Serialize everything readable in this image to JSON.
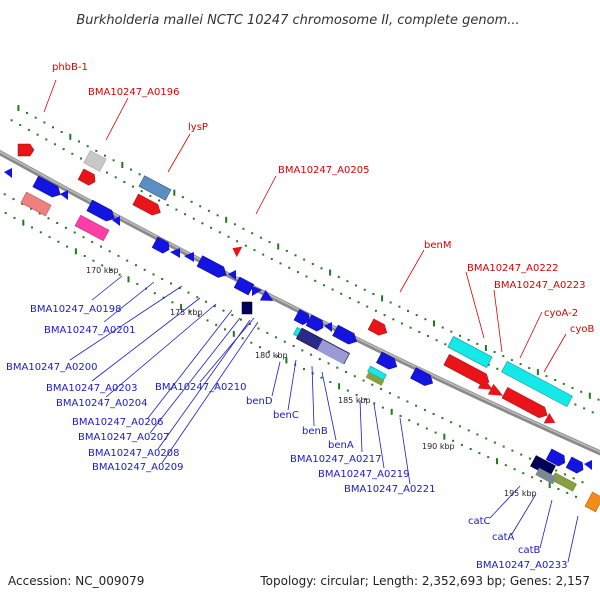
{
  "title": "Burkholderia mallei NCTC 10247 chromosome II, complete genom...",
  "footer": {
    "accession": "Accession: NC_009079",
    "summary": "Topology: circular; Length: 2,352,693 bp; Genes: 2,157"
  },
  "ticks": [
    "170 kbp",
    "175 kbp",
    "180 kbp",
    "185 kbp",
    "190 kbp",
    "195 kbp"
  ],
  "top_labels": [
    "phbB-1",
    "BMA10247_A0196",
    "lysP",
    "BMA10247_A0205",
    "benM",
    "BMA10247_A0222",
    "BMA10247_A0223",
    "cyoA-2",
    "cyoB"
  ],
  "bottom_labels": [
    "BMA10247_A0198",
    "BMA10247_A0201",
    "BMA10247_A0200",
    "BMA10247_A0203",
    "BMA10247_A0204",
    "BMA10247_A0210",
    "BMA10247_A0206",
    "BMA10247_A0207",
    "BMA10247_A0208",
    "BMA10247_A0209",
    "benD",
    "benC",
    "benB",
    "benA",
    "BMA10247_A0217",
    "BMA10247_A0219",
    "BMA10247_A0221",
    "catC",
    "catA",
    "catB",
    "BMA10247_A0233"
  ],
  "colors": {
    "forward_cds": "#e8141a",
    "reverse_cds": "#1414e0",
    "backbone": "#8a8a8a",
    "gc_dots": "#1e7a1e",
    "label_forward": "#dd0000",
    "label_reverse": "#1a1acc"
  }
}
